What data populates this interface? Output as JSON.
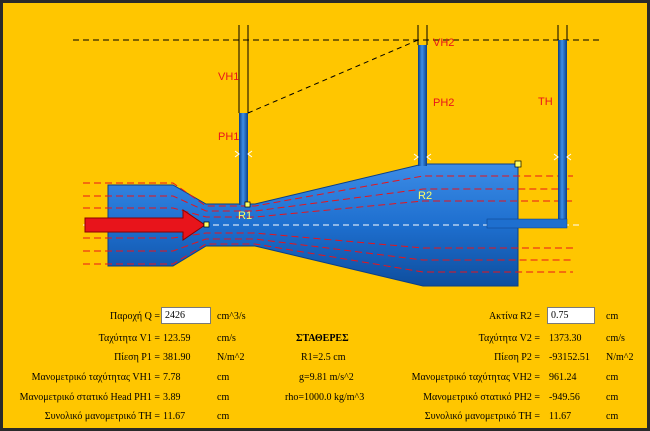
{
  "diagram": {
    "labels": {
      "vh1": "VH1",
      "ph1": "PH1",
      "vh2": "VH2",
      "ph2": "PH2",
      "th": "TH",
      "r1": "R1",
      "r2": "R2"
    },
    "colors": {
      "background": "#FFC600",
      "pipe": "#1E6FCF",
      "pipe_dark": "#0B3F86",
      "streamline": "#E8141B",
      "arrow": "#E8141B",
      "handle": "#FFFF66"
    }
  },
  "left": {
    "flow_label": "Παροχή Q =",
    "flow_value": "2426",
    "flow_unit": "cm^3/s",
    "v1_label": "Ταχύτητα V1 =",
    "v1_value": "123.59",
    "v1_unit": "cm/s",
    "p1_label": "Πίεση P1 =",
    "p1_value": "381.90",
    "p1_unit": "N/m^2",
    "vh1_label": "Μανομετρικό ταχύτητας VH1 =",
    "vh1_value": "7.78",
    "vh1_unit": "cm",
    "ph1_label": "Μανομετρικό στατικό Head PH1 =",
    "ph1_value": "3.89",
    "ph1_unit": "cm",
    "th_label": "Συνολικό μανομετρικό TH =",
    "th_value": "11.67",
    "th_unit": "cm"
  },
  "constants": {
    "title": "ΣΤΑΘΕΡΕΣ",
    "r1": "R1=2.5 cm",
    "g": "g=9.81 m/s^2",
    "rho": "rho=1000.0 kg/m^3"
  },
  "right": {
    "r2_label": "Ακτίνα R2 =",
    "r2_value": "0.75",
    "r2_unit": "cm",
    "v2_label": "Ταχύτητα V2 =",
    "v2_value": "1373.30",
    "v2_unit": "cm/s",
    "p2_label": "Πίεση P2 =",
    "p2_value": "-93152.51",
    "p2_unit": "N/m^2",
    "vh2_label": "Μανομετρικό ταχύτητας VH2 =",
    "vh2_value": "961.24",
    "vh2_unit": "cm",
    "ph2_label": "Μανομετρικό στατικό  PH2 =",
    "ph2_value": "-949.56",
    "ph2_unit": "cm",
    "th_label": "Συνολικό μανομετρικό TH =",
    "th_value": "11.67",
    "th_unit": "cm"
  }
}
